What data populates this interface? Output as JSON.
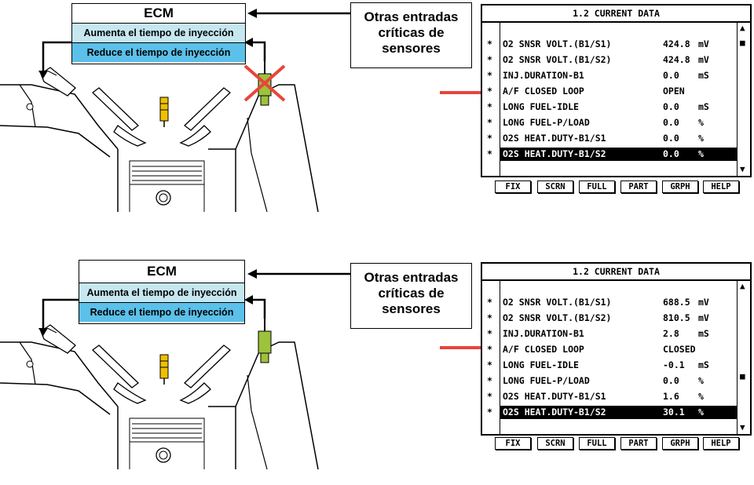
{
  "panels": [
    {
      "ecm": {
        "title": "ECM",
        "increase_label": "Aumenta el tiempo de inyección",
        "decrease_label": "Reduce el tiempo de inyección"
      },
      "sensor_inputs": [
        "Otras entradas",
        "críticas de",
        "sensores"
      ],
      "o2_sensor_failed": true,
      "screen": {
        "title": "1.2 CURRENT DATA",
        "rows": [
          {
            "label": "O2 SNSR VOLT.(B1/S1)",
            "value": "424.8",
            "unit": "mV"
          },
          {
            "label": "O2 SNSR VOLT.(B1/S2)",
            "value": "424.8",
            "unit": "mV"
          },
          {
            "label": "INJ.DURATION-B1",
            "value": "0.0",
            "unit": "mS"
          },
          {
            "label": "A/F CLOSED LOOP",
            "value": "OPEN",
            "unit": ""
          },
          {
            "label": "LONG FUEL-IDLE",
            "value": "0.0",
            "unit": "mS"
          },
          {
            "label": "LONG FUEL-P/LOAD",
            "value": "0.0",
            "unit": "%"
          },
          {
            "label": "O2S HEAT.DUTY-B1/S1",
            "value": "0.0",
            "unit": "%"
          },
          {
            "label": "O2S HEAT.DUTY-B1/S2",
            "value": "0.0",
            "unit": "%"
          }
        ],
        "selected_row": 7,
        "pointer_row": 3
      },
      "function_keys": [
        "FIX",
        "SCRN",
        "FULL",
        "PART",
        "GRPH",
        "HELP"
      ]
    },
    {
      "ecm": {
        "title": "ECM",
        "increase_label": "Aumenta el tiempo de inyección",
        "decrease_label": "Reduce el tiempo de inyección"
      },
      "sensor_inputs": [
        "Otras entradas",
        "críticas de",
        "sensores"
      ],
      "o2_sensor_failed": false,
      "screen": {
        "title": "1.2 CURRENT DATA",
        "rows": [
          {
            "label": "O2 SNSR VOLT.(B1/S1)",
            "value": "688.5",
            "unit": "mV"
          },
          {
            "label": "O2 SNSR VOLT.(B1/S2)",
            "value": "810.5",
            "unit": "mV"
          },
          {
            "label": "INJ.DURATION-B1",
            "value": "2.8",
            "unit": "mS"
          },
          {
            "label": "A/F CLOSED LOOP",
            "value": "CLOSED",
            "unit": ""
          },
          {
            "label": "LONG FUEL-IDLE",
            "value": "-0.1",
            "unit": "mS"
          },
          {
            "label": "LONG FUEL-P/LOAD",
            "value": "0.0",
            "unit": "%"
          },
          {
            "label": "O2S HEAT.DUTY-B1/S1",
            "value": "1.6",
            "unit": "%"
          },
          {
            "label": "O2S HEAT.DUTY-B1/S2",
            "value": "30.1",
            "unit": "%"
          }
        ],
        "selected_row": 7,
        "pointer_row": 3
      },
      "function_keys": [
        "FIX",
        "SCRN",
        "FULL",
        "PART",
        "GRPH",
        "HELP"
      ]
    }
  ],
  "colors": {
    "ecm_increase_row": "#c6e7f0",
    "ecm_decrease_row": "#5bc0ea",
    "o2_sensor": "#9dc23b",
    "pointer_arrow": "#e8453a",
    "failure_cross": "#e8453a"
  },
  "scroll_symbols": {
    "up": "▲",
    "down": "▼",
    "thumb": "■"
  },
  "row_marker": "*"
}
